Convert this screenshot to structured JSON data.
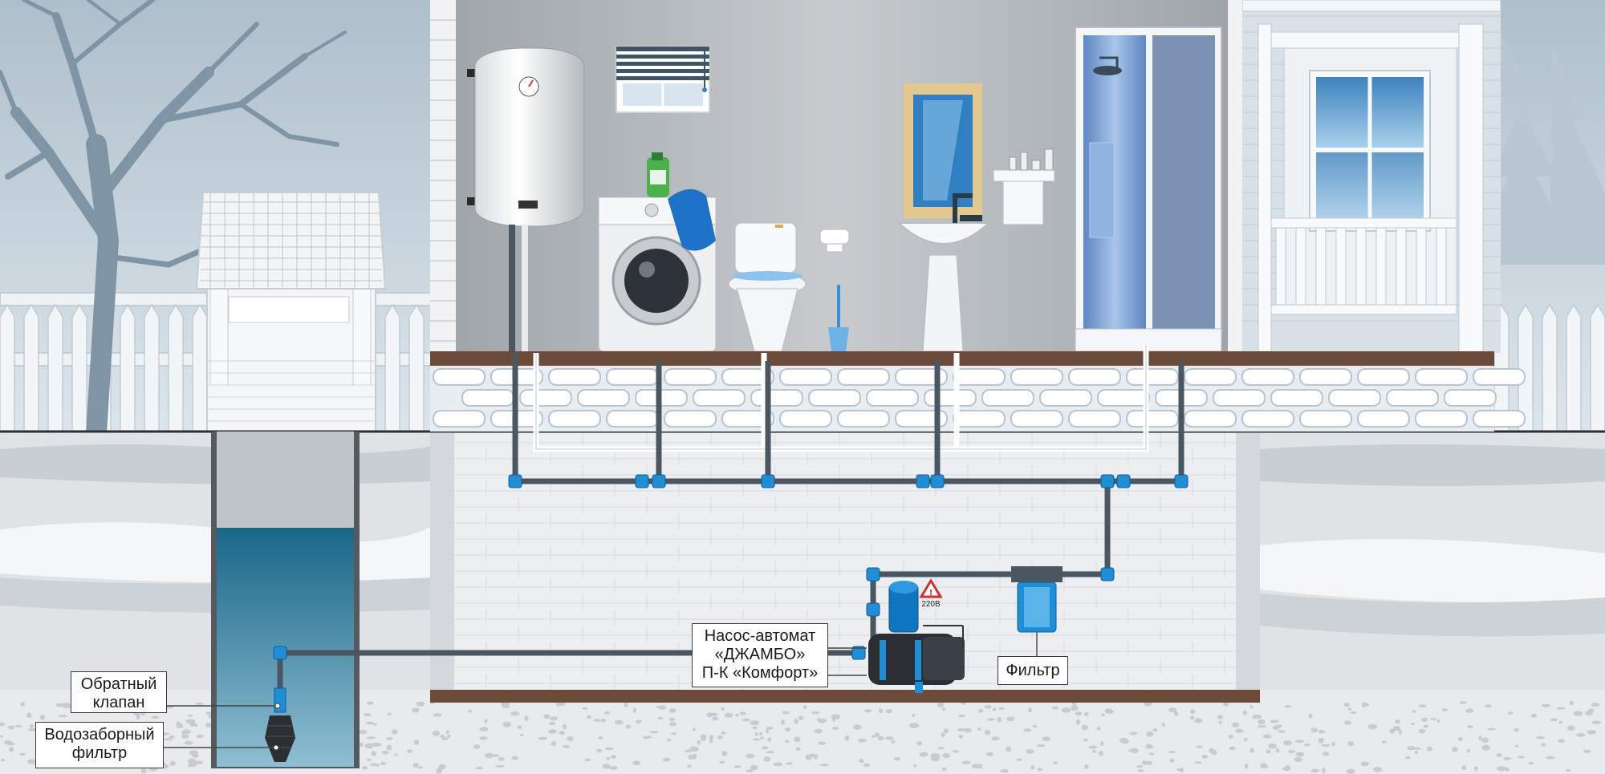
{
  "labels": {
    "check_valve": [
      "Обратный",
      "клапан"
    ],
    "intake_filter": [
      "Водозаборный",
      "фильтр"
    ],
    "pump": [
      "Насос-автомат",
      "«ДЖАМБО»",
      "П-К «Комфорт»"
    ],
    "filter": "Фильтр",
    "voltage": "220В"
  },
  "colors": {
    "sky": "#c9d6df",
    "wall": "#a9aeb2",
    "floor_beam": "#6b4a3a",
    "pipe": "#4a5660",
    "fitting": "#1e8fd6",
    "water": "#1f6f94",
    "ground": "#e4e6e8",
    "basement": "#eceef0",
    "shower_glass": "#7fa6d6"
  },
  "icons": [
    "tree-icon",
    "well-house-icon",
    "water-heater-icon",
    "washing-machine-icon",
    "detergent-bottle-icon",
    "toilet-icon",
    "toilet-brush-icon",
    "sink-icon",
    "mirror-icon",
    "shelf-icon",
    "shower-cabin-icon",
    "window-blinds-icon",
    "house-window-icon",
    "warning-triangle-icon"
  ]
}
